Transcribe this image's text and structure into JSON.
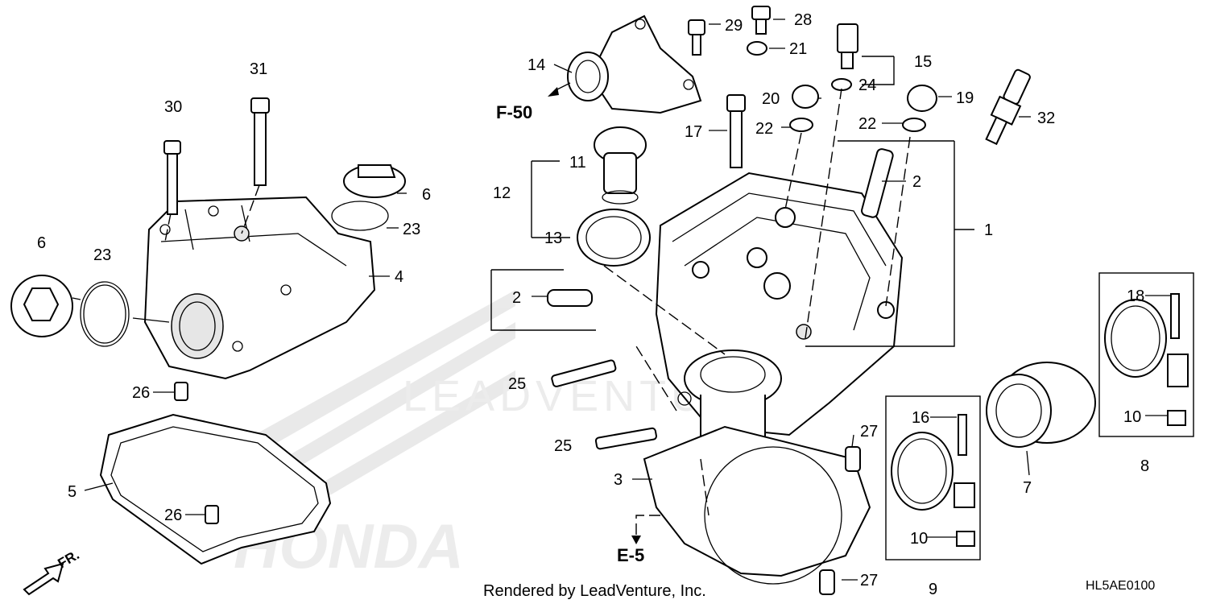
{
  "callouts": {
    "c1": "1",
    "c2a": "2",
    "c2b": "2",
    "c3": "3",
    "c4": "4",
    "c5": "5",
    "c6a": "6",
    "c6b": "6",
    "c7": "7",
    "c8": "8",
    "c9": "9",
    "c10a": "10",
    "c10b": "10",
    "c11": "11",
    "c12": "12",
    "c13": "13",
    "c14": "14",
    "c15": "15",
    "c16": "16",
    "c17": "17",
    "c18": "18",
    "c19": "19",
    "c20": "20",
    "c21": "21",
    "c22a": "22",
    "c22b": "22",
    "c23a": "23",
    "c23b": "23",
    "c24": "24",
    "c25a": "25",
    "c25b": "25",
    "c26a": "26",
    "c26b": "26",
    "c27a": "27",
    "c27b": "27",
    "c28": "28",
    "c29": "29",
    "c30": "30",
    "c31": "31",
    "c32": "32"
  },
  "refs": {
    "f50": "F-50",
    "e5": "E-5"
  },
  "front_label": "FR.",
  "credit": "Rendered by LeadVenture, Inc.",
  "diagram_code": "HL5AE0100",
  "watermark": "LEADVENTURE",
  "brand_watermark": "HONDA"
}
